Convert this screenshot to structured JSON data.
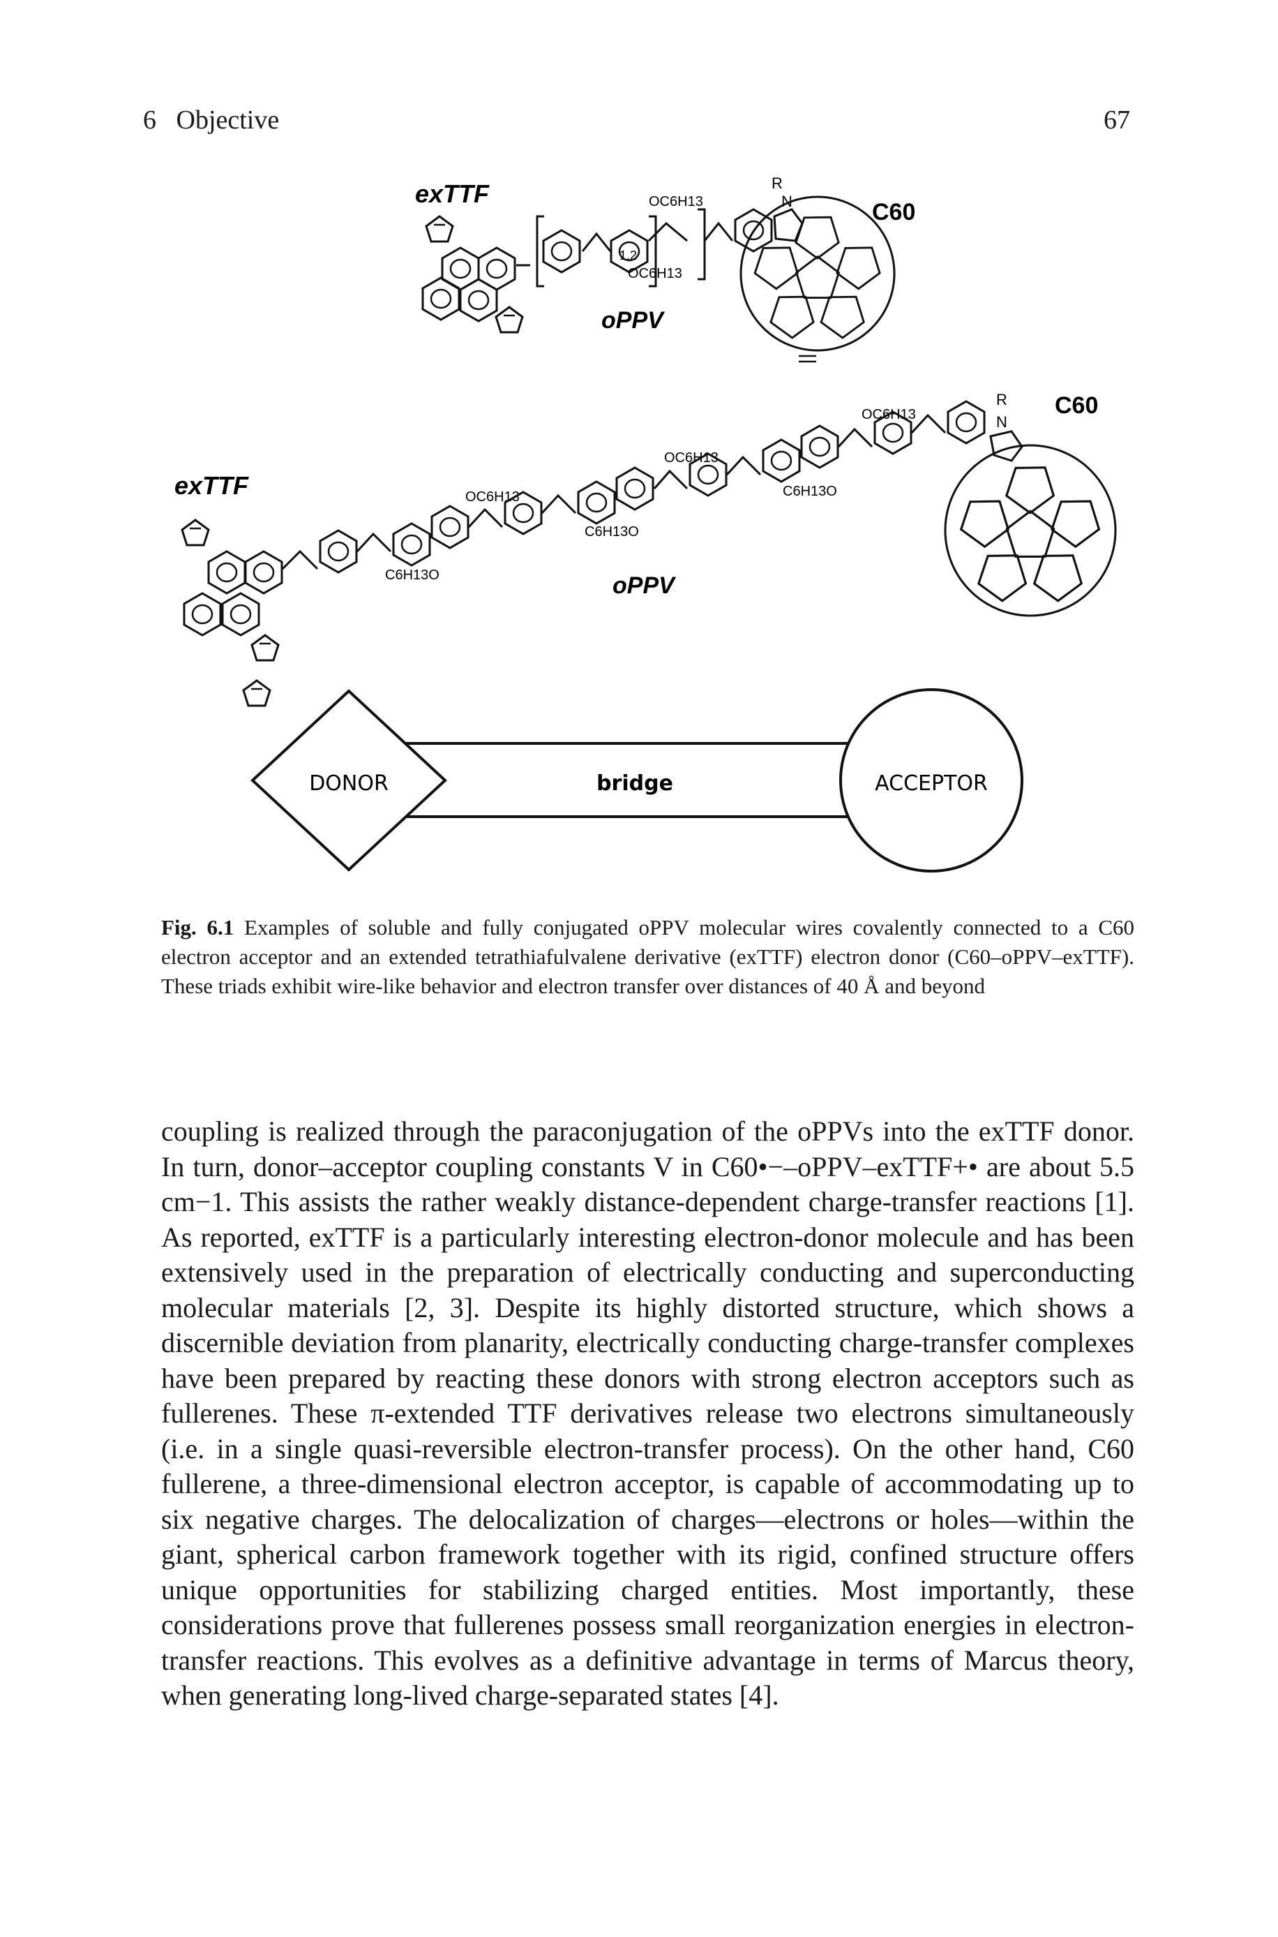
{
  "running_head": {
    "chapter": "6",
    "section": "Objective",
    "page_number": "67"
  },
  "figure": {
    "top_labels": {
      "donor": "exTTF",
      "acceptor": "C60",
      "bridge": "oPPV",
      "r": "R",
      "n": "N",
      "subst_a": "OC6H13",
      "subst_b": "OC6H13",
      "repeat": "1,2"
    },
    "bottom_labels": {
      "donor": "exTTF",
      "acceptor": "C60",
      "bridge": "oPPV",
      "r": "R",
      "n": "N",
      "subst1": "OC6H13",
      "subst2": "C6H13O",
      "subst3": "OC6H13",
      "subst4": "C6H13O",
      "subst5": "OC6H13",
      "subst6": "C6H13O"
    },
    "schematic": {
      "donor": "DONOR",
      "bridge": "bridge",
      "acceptor": "ACCEPTOR"
    }
  },
  "caption": {
    "label": "Fig. 6.1",
    "text": "Examples of soluble and fully conjugated oPPV molecular wires covalently connected to a C60 electron acceptor and an extended tetrathiafulvalene derivative (exTTF) electron donor (C60–oPPV–exTTF). These triads exhibit wire-like behavior and electron transfer over distances of 40 Å and beyond"
  },
  "body": {
    "paragraph": "coupling is realized through the paraconjugation of the oPPVs into the exTTF donor. In turn, donor–acceptor coupling constants V in C60•−–oPPV–exTTF+• are about 5.5 cm−1. This assists the rather weakly distance-dependent charge-transfer reactions [1]. As reported, exTTF is a particularly interesting electron-donor molecule and has been extensively used in the preparation of electrically conducting and superconducting molecular materials [2, 3]. Despite its highly distorted structure, which shows a discernible deviation from planarity, electrically conducting charge-transfer complexes have been prepared by reacting these donors with strong electron acceptors such as fullerenes. These π-extended TTF derivatives release two electrons simultaneously (i.e. in a single quasi-reversible electron-transfer process). On the other hand, C60 fullerene, a three-dimensional electron acceptor, is capable of accommodating up to six negative charges. The delocalization of charges—electrons or holes—within the giant, spherical carbon framework together with its rigid, confined structure offers unique opportunities for stabilizing charged entities. Most importantly, these considerations prove that fullerenes possess small reorganization energies in electron-transfer reactions. This evolves as a definitive advantage in terms of Marcus theory, when generating long-lived charge-separated states [4]."
  }
}
